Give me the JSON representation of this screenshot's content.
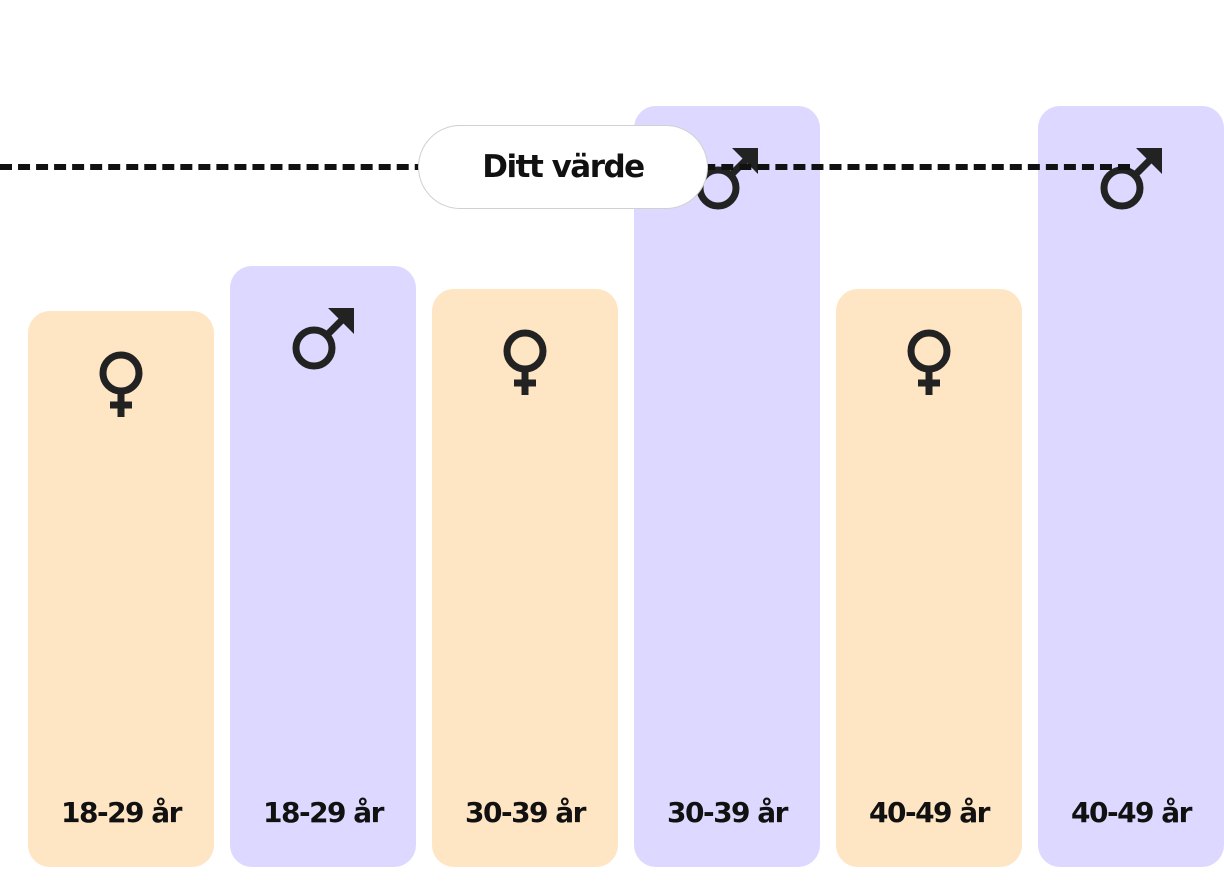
{
  "chart_data": {
    "type": "bar",
    "bars": [
      {
        "label": "18-29 år",
        "gender": "female",
        "icon": "female-symbol-icon",
        "value": 0.73
      },
      {
        "label": "18-29 år",
        "gender": "male",
        "icon": "male-symbol-icon",
        "value": 0.79
      },
      {
        "label": "30-39 år",
        "gender": "female",
        "icon": "female-symbol-icon",
        "value": 0.76
      },
      {
        "label": "30-39 år",
        "gender": "male",
        "icon": "male-symbol-icon",
        "value": 1.0
      },
      {
        "label": "40-49 år",
        "gender": "female",
        "icon": "female-symbol-icon",
        "value": 0.76
      },
      {
        "label": "40-49 år",
        "gender": "male",
        "icon": "male-symbol-icon",
        "value": 1.0
      }
    ],
    "reference_line": {
      "label": "Ditt värde",
      "value": 0.92,
      "style": "dashed"
    },
    "colors": {
      "female": "#fee5c4",
      "male": "#ddd8ff",
      "ink": "#111111"
    },
    "grid": false,
    "legend": "none"
  }
}
